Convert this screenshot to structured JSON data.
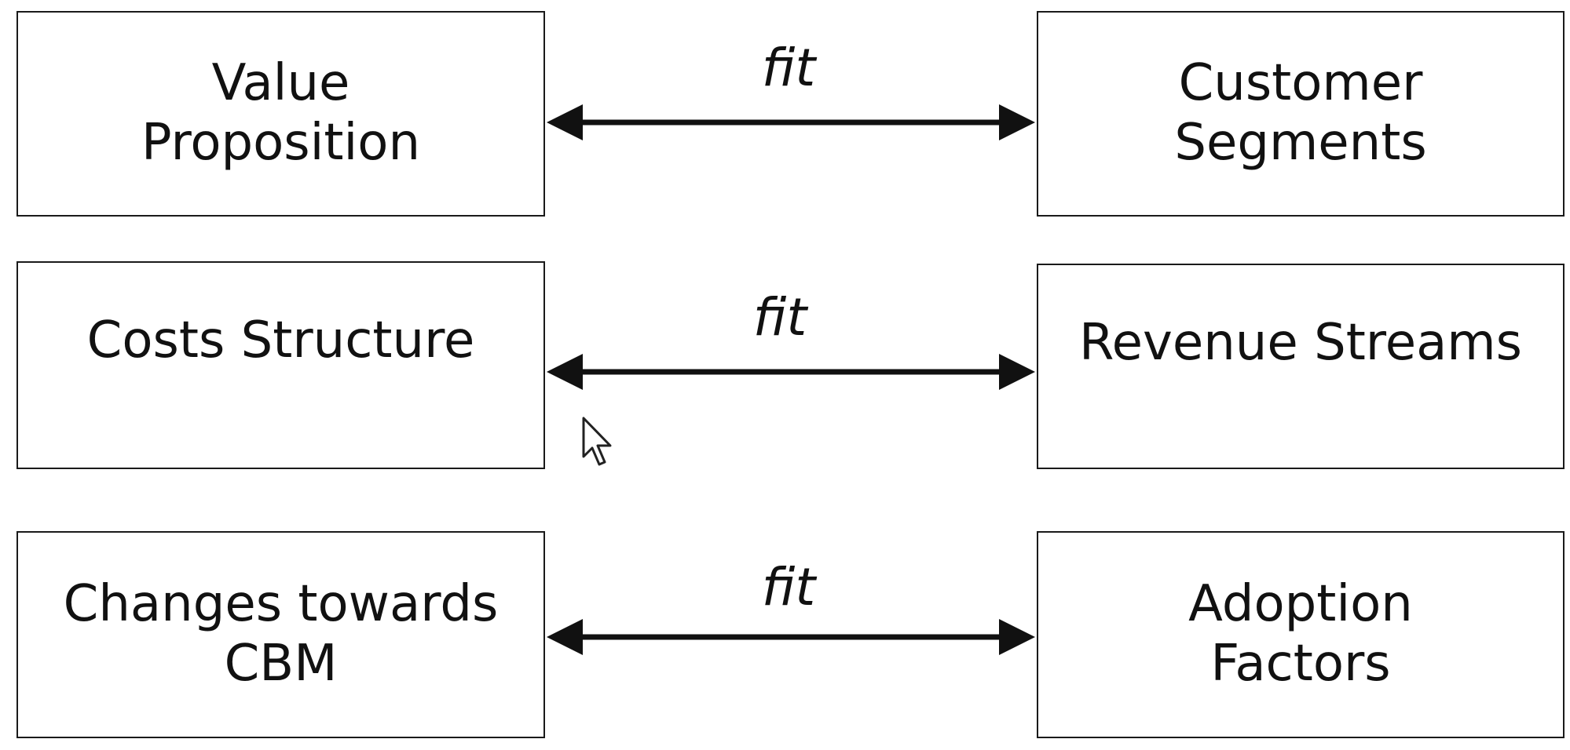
{
  "diagram": {
    "rows": [
      {
        "left": "Value\nProposition",
        "right": "Customer\nSegments",
        "relation": "fit"
      },
      {
        "left": "Costs Structure",
        "right": "Revenue Streams",
        "relation": "fit"
      },
      {
        "left": "Changes towards\nCBM",
        "right": "Adoption\nFactors",
        "relation": "fit"
      }
    ],
    "connector_style": "double-headed arrow",
    "colors": {
      "stroke": "#1a1a1a",
      "background": "#ffffff"
    }
  }
}
